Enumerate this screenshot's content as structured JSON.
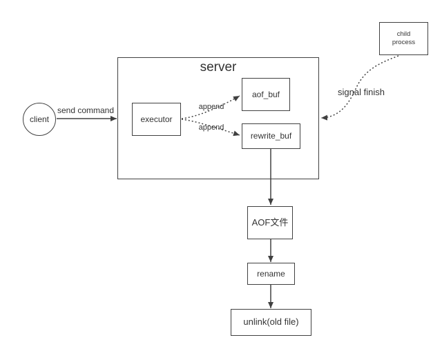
{
  "colors": {
    "stroke": "#404040",
    "text": "#333333",
    "background": "#ffffff"
  },
  "nodes": {
    "client": "client",
    "server_title": "server",
    "executor": "executor",
    "aof_buf": "aof_buf",
    "rewrite_buf": "rewrite_buf",
    "child_process": "child process",
    "aof_file": "AOF文件",
    "rename": "rename",
    "unlink_old_file": "unlink(old file)"
  },
  "edges": {
    "send_command": "send command",
    "append_top": "append",
    "append_bottom": "append",
    "signal_finish": "signal finish"
  }
}
